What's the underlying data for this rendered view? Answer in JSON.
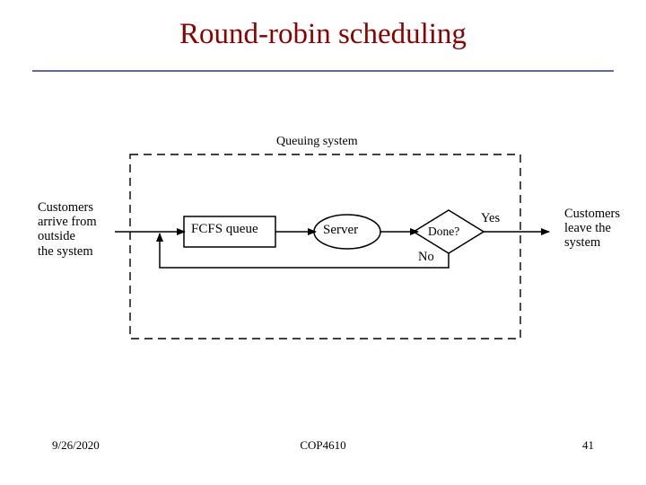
{
  "slide": {
    "title": "Round-robin scheduling",
    "accent_color": "#8b0000",
    "rule_color": "#6a6a9a"
  },
  "diagram": {
    "system_label": "Queuing system",
    "entry_label": "Customers\narrive from\noutside\nthe system",
    "exit_label": "Customers\nleave the\nsystem",
    "queue_label": "FCFS queue",
    "server_label": "Server",
    "decision_label": "Done?",
    "yes_label": "Yes",
    "no_label": "No"
  },
  "footer": {
    "date": "9/26/2020",
    "course": "COP4610",
    "page": "41"
  }
}
